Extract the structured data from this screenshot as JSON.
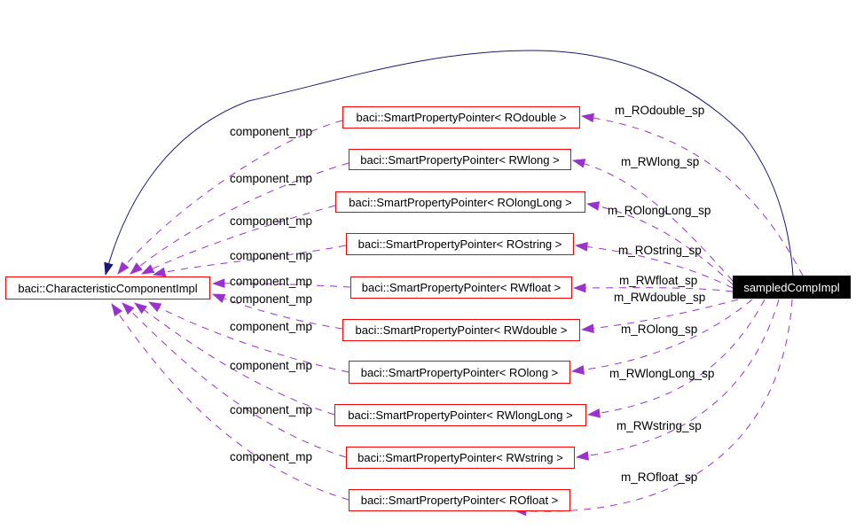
{
  "diagram": {
    "left_node": {
      "label": "baci::CharacteristicComponentImpl"
    },
    "right_node": {
      "label": "sampledCompImpl"
    },
    "middle_nodes": [
      {
        "label": "baci::SmartPropertyPointer< ROdouble >"
      },
      {
        "label": "baci::SmartPropertyPointer< RWlong >"
      },
      {
        "label": "baci::SmartPropertyPointer< ROlongLong >"
      },
      {
        "label": "baci::SmartPropertyPointer< ROstring >"
      },
      {
        "label": "baci::SmartPropertyPointer< RWfloat >"
      },
      {
        "label": "baci::SmartPropertyPointer< RWdouble >"
      },
      {
        "label": "baci::SmartPropertyPointer< ROlong >"
      },
      {
        "label": "baci::SmartPropertyPointer< RWlongLong >"
      },
      {
        "label": "baci::SmartPropertyPointer< RWstring >"
      },
      {
        "label": "baci::SmartPropertyPointer< ROfloat >"
      }
    ],
    "left_edge_labels": [
      "component_mp",
      "component_mp",
      "component_mp",
      "component_mp",
      "component_mp",
      "component_mp",
      "component_mp",
      "component_mp",
      "component_mp",
      "component_mp"
    ],
    "right_edge_labels": [
      "m_ROdouble_sp",
      "m_RWlong_sp",
      "m_ROlongLong_sp",
      "m_ROstring_sp",
      "m_RWfloat_sp",
      "m_RWdouble_sp",
      "m_ROlong_sp",
      "m_RWlongLong_sp",
      "m_RWstring_sp",
      "m_ROfloat_sp"
    ],
    "colors": {
      "usage_edge": "#9a32cd",
      "inheritance_edge": "#191970",
      "node_border": "#ff0000",
      "node_bg": "#ffffff",
      "selected_bg": "#000000",
      "selected_text": "#ffffff",
      "text": "#000000",
      "background": "#ffffff"
    }
  }
}
